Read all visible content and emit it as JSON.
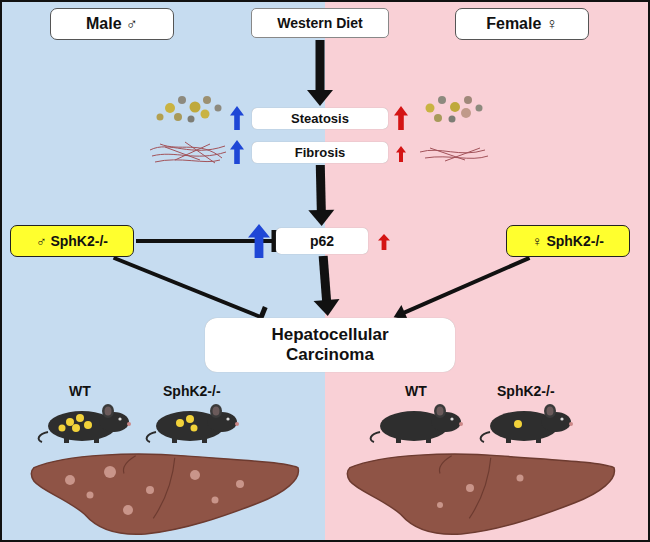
{
  "diagram": {
    "nodes": [
      {
        "text": [
          "Male ♂"
        ]
      },
      {
        "text": [
          "Western Diet"
        ]
      },
      {
        "text": [
          "Female ♀"
        ]
      },
      {
        "text": [
          "Steatosis"
        ]
      },
      {
        "text": [
          "Fibrosis"
        ]
      },
      {
        "text": [
          "♂ SphK2-/-"
        ]
      },
      {
        "text": [
          "p62"
        ]
      },
      {
        "text": [
          "♀ SphK2-/-"
        ]
      },
      {
        "text": [
          "Hepatocellular Carcinoma"
        ]
      }
    ],
    "edges": [
      {
        "from": 1,
        "to": 3,
        "arrow": "to"
      },
      {
        "from": 4,
        "to": 6,
        "arrow": "to"
      },
      {
        "from": 6,
        "to": 8,
        "arrow": "to"
      },
      {
        "from": 5,
        "to": 6,
        "arrow": "to"
      },
      {
        "from": 5,
        "to": 8,
        "arrow": "to"
      },
      {
        "from": 7,
        "to": 8,
        "arrow": "to"
      }
    ],
    "labels": [
      "WT",
      "SphK2-/-",
      "WT",
      "SphK2-/-"
    ]
  }
}
